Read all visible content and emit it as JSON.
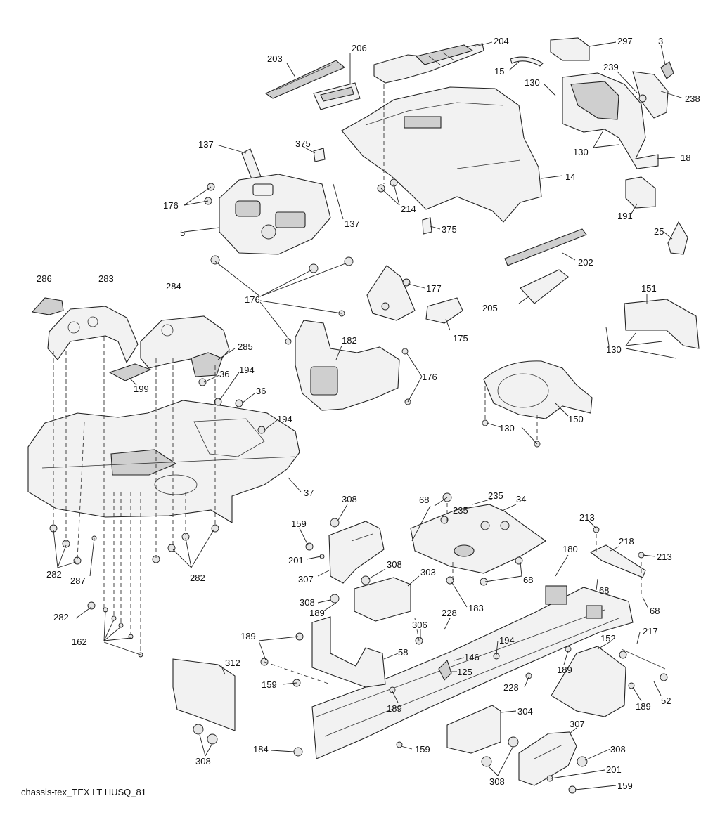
{
  "caption": "chassis-tex_TEX LT HUSQ_81",
  "callouts": [
    {
      "id": "c203",
      "text": "203"
    },
    {
      "id": "c206",
      "text": "206"
    },
    {
      "id": "c204",
      "text": "204"
    },
    {
      "id": "c297",
      "text": "297"
    },
    {
      "id": "c3",
      "text": "3"
    },
    {
      "id": "c15",
      "text": "15"
    },
    {
      "id": "c239",
      "text": "239"
    },
    {
      "id": "c238",
      "text": "238"
    },
    {
      "id": "c130a",
      "text": "130"
    },
    {
      "id": "c130b",
      "text": "130"
    },
    {
      "id": "c18",
      "text": "18"
    },
    {
      "id": "c137a",
      "text": "137"
    },
    {
      "id": "c375a",
      "text": "375"
    },
    {
      "id": "c176a",
      "text": "176"
    },
    {
      "id": "c214",
      "text": "214"
    },
    {
      "id": "c14",
      "text": "14"
    },
    {
      "id": "c191",
      "text": "191"
    },
    {
      "id": "c5",
      "text": "5"
    },
    {
      "id": "c137b",
      "text": "137"
    },
    {
      "id": "c375b",
      "text": "375"
    },
    {
      "id": "c25",
      "text": "25"
    },
    {
      "id": "c202",
      "text": "202"
    },
    {
      "id": "c177",
      "text": "177"
    },
    {
      "id": "c286",
      "text": "286"
    },
    {
      "id": "c283",
      "text": "283"
    },
    {
      "id": "c284",
      "text": "284"
    },
    {
      "id": "c176b",
      "text": "176"
    },
    {
      "id": "c151",
      "text": "151"
    },
    {
      "id": "c205",
      "text": "205"
    },
    {
      "id": "c175",
      "text": "175"
    },
    {
      "id": "c182",
      "text": "182"
    },
    {
      "id": "c130c",
      "text": "130"
    },
    {
      "id": "c285",
      "text": "285"
    },
    {
      "id": "c199",
      "text": "199"
    },
    {
      "id": "c36a",
      "text": "36"
    },
    {
      "id": "c194a",
      "text": "194"
    },
    {
      "id": "c36b",
      "text": "36"
    },
    {
      "id": "c176c",
      "text": "176"
    },
    {
      "id": "c150",
      "text": "150"
    },
    {
      "id": "c194b",
      "text": "194"
    },
    {
      "id": "c130d",
      "text": "130"
    },
    {
      "id": "c37",
      "text": "37"
    },
    {
      "id": "c308a",
      "text": "308"
    },
    {
      "id": "c68a",
      "text": "68"
    },
    {
      "id": "c235a",
      "text": "235"
    },
    {
      "id": "c235b",
      "text": "235"
    },
    {
      "id": "c34",
      "text": "34"
    },
    {
      "id": "c159a",
      "text": "159"
    },
    {
      "id": "c213a",
      "text": "213"
    },
    {
      "id": "c218",
      "text": "218"
    },
    {
      "id": "c180",
      "text": "180"
    },
    {
      "id": "c213b",
      "text": "213"
    },
    {
      "id": "c201a",
      "text": "201"
    },
    {
      "id": "c282a",
      "text": "282"
    },
    {
      "id": "c282b",
      "text": "282"
    },
    {
      "id": "c287",
      "text": "287"
    },
    {
      "id": "c307a",
      "text": "307"
    },
    {
      "id": "c308b",
      "text": "308"
    },
    {
      "id": "c303",
      "text": "303"
    },
    {
      "id": "c68b",
      "text": "68"
    },
    {
      "id": "c68c",
      "text": "68"
    },
    {
      "id": "c183",
      "text": "183"
    },
    {
      "id": "c68d",
      "text": "68"
    },
    {
      "id": "c308c",
      "text": "308"
    },
    {
      "id": "c189a",
      "text": "189"
    },
    {
      "id": "c282c",
      "text": "282"
    },
    {
      "id": "c228a",
      "text": "228"
    },
    {
      "id": "c306",
      "text": "306"
    },
    {
      "id": "c162",
      "text": "162"
    },
    {
      "id": "c189b",
      "text": "189"
    },
    {
      "id": "c194c",
      "text": "194"
    },
    {
      "id": "c152",
      "text": "152"
    },
    {
      "id": "c217",
      "text": "217"
    },
    {
      "id": "c58",
      "text": "58"
    },
    {
      "id": "c146",
      "text": "146"
    },
    {
      "id": "c312",
      "text": "312"
    },
    {
      "id": "c125",
      "text": "125"
    },
    {
      "id": "c189c",
      "text": "189"
    },
    {
      "id": "c159b",
      "text": "159"
    },
    {
      "id": "c228b",
      "text": "228"
    },
    {
      "id": "c189d",
      "text": "189"
    },
    {
      "id": "c52",
      "text": "52"
    },
    {
      "id": "c189e",
      "text": "189"
    },
    {
      "id": "c304",
      "text": "304"
    },
    {
      "id": "c307b",
      "text": "307"
    },
    {
      "id": "c184",
      "text": "184"
    },
    {
      "id": "c159c",
      "text": "159"
    },
    {
      "id": "c308d",
      "text": "308"
    },
    {
      "id": "c308e",
      "text": "308"
    },
    {
      "id": "c201b",
      "text": "201"
    },
    {
      "id": "c308f",
      "text": "308"
    },
    {
      "id": "c159d",
      "text": "159"
    }
  ]
}
